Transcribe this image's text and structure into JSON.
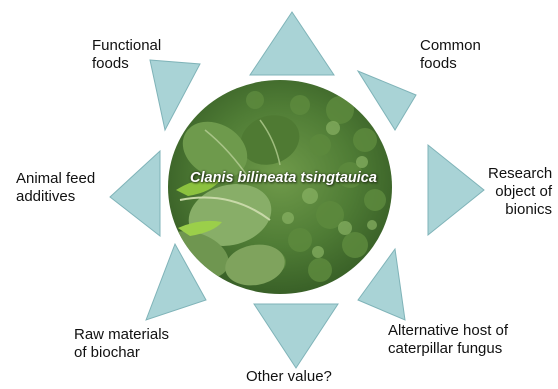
{
  "center": {
    "species_name": "Clanis bilineata tsingtauica",
    "image_description": "soybean-field-photo"
  },
  "colors": {
    "triangle_fill": "#a9d3d6",
    "triangle_stroke": "#7fb3b8",
    "leaf_dark": "#3f6a2c",
    "leaf_light": "#7ea658"
  },
  "applications": [
    {
      "id": "top",
      "label": ""
    },
    {
      "id": "top-right",
      "label": "Common\nfoods"
    },
    {
      "id": "right",
      "label": "Research\nobject of\nbionics"
    },
    {
      "id": "bottom-right",
      "label": "Alternative host of\ncaterpillar fungus"
    },
    {
      "id": "bottom",
      "label": "Other value?"
    },
    {
      "id": "bottom-left",
      "label": "Raw materials\nof biochar"
    },
    {
      "id": "left",
      "label": "Animal feed\nadditives"
    },
    {
      "id": "top-left",
      "label": "Functional\nfoods"
    }
  ]
}
